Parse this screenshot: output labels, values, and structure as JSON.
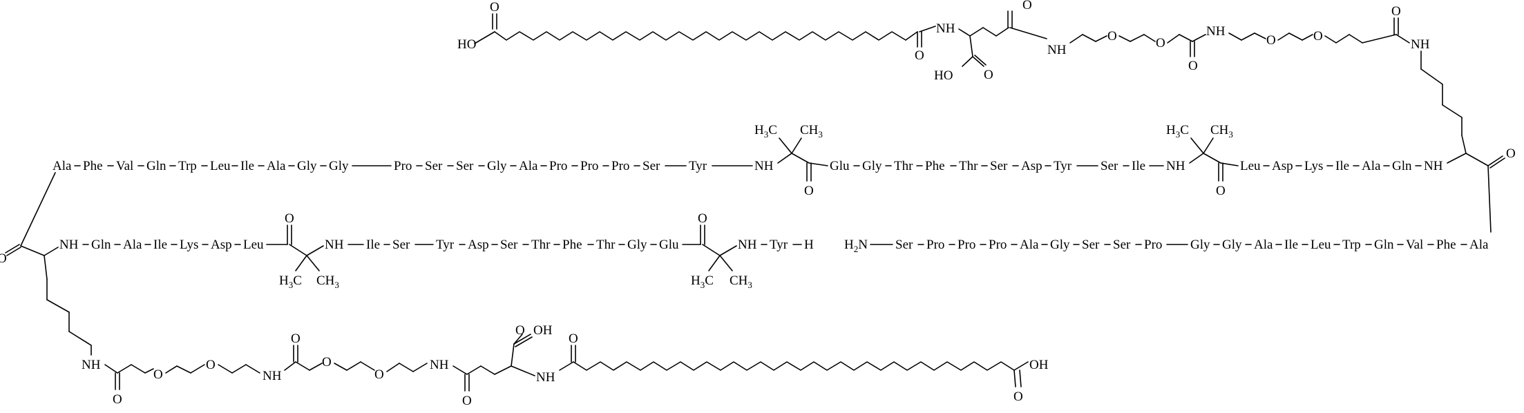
{
  "lipid_top": {
    "hooh": "HO",
    "carbonyl_o": "O",
    "amide_o": "O",
    "nh1": "NH",
    "glu_cooh_label": "HO",
    "glu_cooh_o": "O",
    "glu_side_o": "O",
    "linker_nh1": "NH",
    "ether1": "O",
    "ether2": "O",
    "linker_co1_o": "O",
    "linker_nh2": "NH",
    "ether3": "O",
    "ether4": "O",
    "linker_co2_o": "O",
    "lys_nh": "NH"
  },
  "chain_top": {
    "residues_a": [
      "Ala",
      "Phe",
      "Val",
      "Gln",
      "Trp",
      "Leu",
      "Ile",
      "Ala",
      "Gly",
      "Gly"
    ],
    "residues_b": [
      "Pro",
      "Ser",
      "Ser",
      "Gly",
      "Ala",
      "Pro",
      "Pro",
      "Pro",
      "Ser"
    ],
    "tyr": "Tyr",
    "nh_aib1": "NH",
    "h3c_1": "H",
    "h3c_1_sub": "3",
    "h3c_1_c": "C",
    "ch3_1": "CH",
    "ch3_1_sub": "3",
    "aib1_o": "O",
    "residues_c": [
      "Glu",
      "Gly",
      "Thr",
      "Phe",
      "Thr",
      "Ser",
      "Asp",
      "Tyr"
    ],
    "ser_ile": [
      "Ser",
      "Ile"
    ],
    "nh_aib2": "NH",
    "h3c_2": "H",
    "h3c_2_sub": "3",
    "h3c_2_c": "C",
    "ch3_2": "CH",
    "ch3_2_sub": "3",
    "aib2_o": "O",
    "residues_d": [
      "Leu",
      "Asp",
      "Lys",
      "Ile",
      "Ala",
      "Gln"
    ],
    "lys_nh_end": "NH",
    "lys_co_o": "O"
  },
  "chain_mid_left": {
    "lys_o": "O",
    "nh": "NH",
    "residues_a": [
      "Gln",
      "Ala",
      "Ile",
      "Lys",
      "Asp",
      "Leu"
    ],
    "aib1_o": "O",
    "nh_aib1": "NH",
    "residues_b": [
      "Ile",
      "Ser"
    ],
    "residues_c": [
      "Tyr",
      "Asp",
      "Ser",
      "Thr",
      "Phe",
      "Thr",
      "Gly",
      "Glu"
    ],
    "aib2_o": "O",
    "nh_aib2": "NH",
    "tyr": "Tyr",
    "h_end": "H",
    "h3c_1": "H",
    "h3c_1_sub": "3",
    "h3c_1_c": "C",
    "ch3_1": "CH",
    "ch3_1_sub": "3",
    "h3c_2": "H",
    "h3c_2_sub": "3",
    "h3c_2_c": "C",
    "ch3_2": "CH",
    "ch3_2_sub": "3"
  },
  "chain_mid_right": {
    "h2n": "H",
    "h2n_sub": "2",
    "h2n_n": "N",
    "residues_a": [
      "Ser",
      "Pro",
      "Pro",
      "Pro",
      "Ala",
      "Gly",
      "Ser",
      "Ser",
      "Pro"
    ],
    "residues_b": [
      "Gly",
      "Gly",
      "Ala",
      "Ile",
      "Leu",
      "Trp",
      "Gln",
      "Val",
      "Phe",
      "Ala"
    ]
  },
  "lipid_bottom": {
    "lys_nh": "NH",
    "co1_o": "O",
    "ether1": "O",
    "ether2": "O",
    "nh2": "NH",
    "co2_o": "O",
    "ether3": "O",
    "ether4": "O",
    "nh3": "NH",
    "glu_side_o": "O",
    "glu_cooh_o": "O",
    "glu_oh": "OH",
    "glu_nh": "NH",
    "amide_o": "O",
    "acid_oh": "OH",
    "acid_o": "O"
  }
}
